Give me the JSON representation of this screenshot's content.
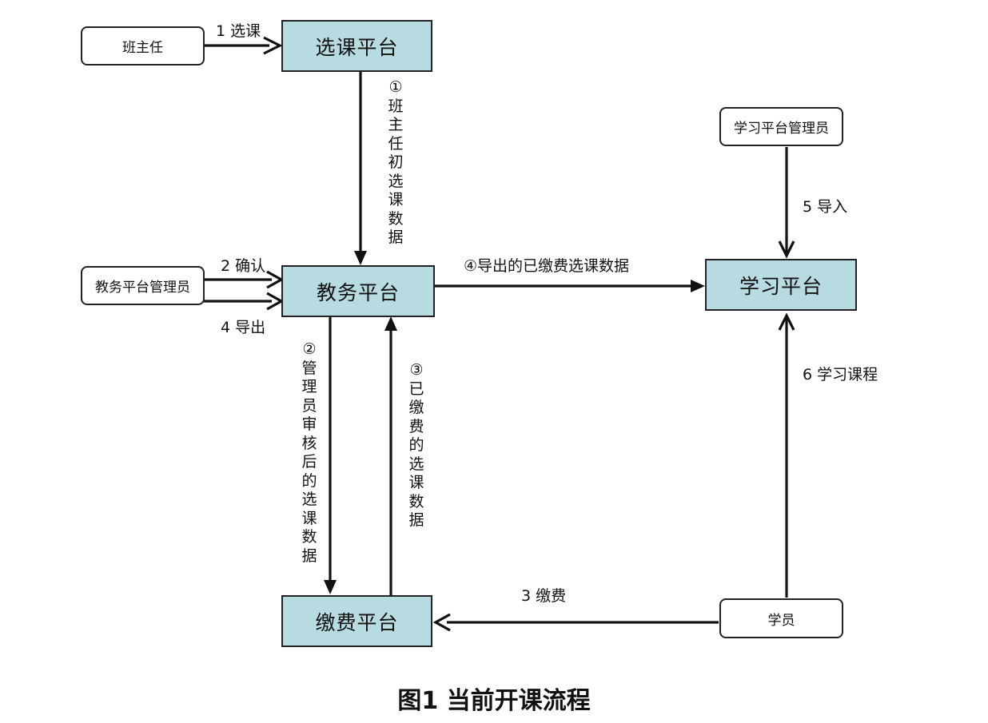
{
  "actors": {
    "head_teacher": "班主任",
    "academic_admin": "教务平台管理员",
    "learning_admin": "学习平台管理员",
    "student": "学员"
  },
  "platforms": {
    "course_selection": "选课平台",
    "academic_affairs": "教务平台",
    "learning": "学习平台",
    "payment": "缴费平台"
  },
  "edge_labels": {
    "select_course": "1 选课",
    "confirm": "2 确认",
    "export": "4 导出",
    "import": "5 导入",
    "learn_course": "6 学习课程",
    "pay": "3 缴费",
    "initial_selection_data": "①班主任初选课数据",
    "reviewed_selection_data": "②管理员审核后的选课数据",
    "paid_selection_data": "③已缴费的选课数据",
    "exported_paid_data": "④导出的已缴费选课数据"
  },
  "caption": "图1  当前开课流程"
}
